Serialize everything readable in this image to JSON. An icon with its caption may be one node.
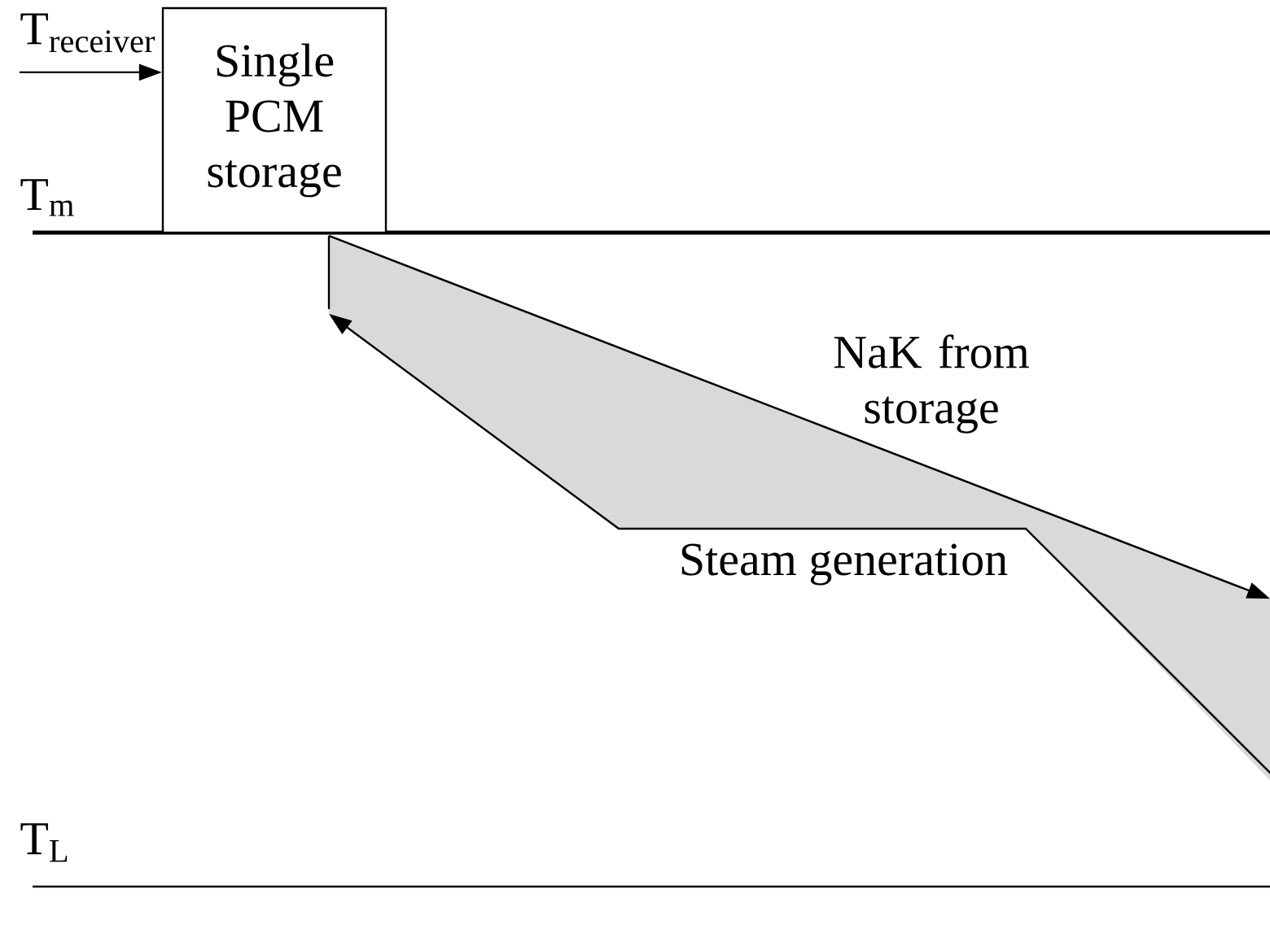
{
  "diagram": {
    "nodes": [
      {
        "text": [
          "T$_{receiver}$"
        ]
      },
      {
        "text": [
          "Single PCM storage"
        ]
      }
    ],
    "edges": [
      {
        "from": 0,
        "to": 1,
        "arrow": "to"
      }
    ],
    "labels": [
      "T$_{m}$",
      "NaK from storage",
      "Steam generation",
      "T$_{L}$"
    ]
  }
}
